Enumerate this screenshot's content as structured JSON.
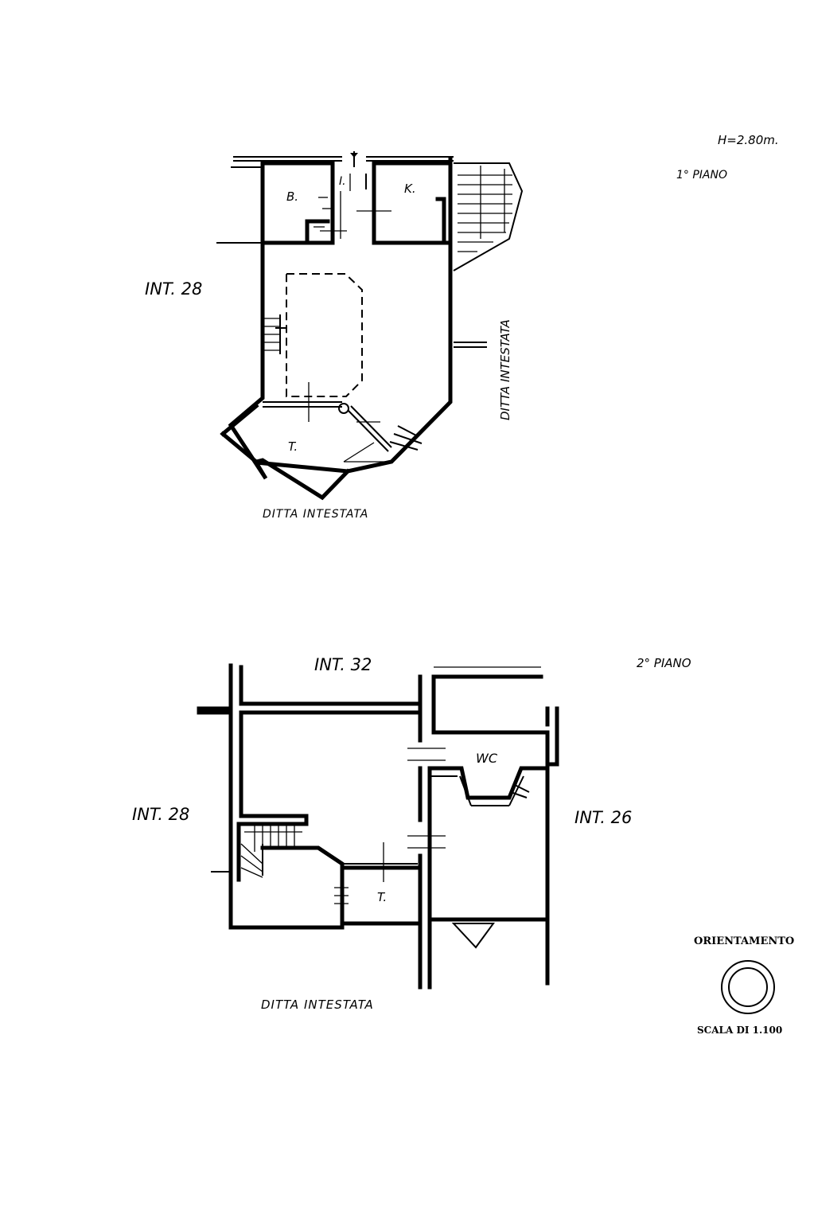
{
  "header": {
    "height": "H=2.80m.",
    "floor1": "1° PIANO",
    "floor2": "2° PIANO"
  },
  "floor1": {
    "rooms": {
      "bath": "B.",
      "ingress": "I.",
      "kitchen": "K.",
      "terrace": "T."
    },
    "neighbors": {
      "west": "INT. 28",
      "east": "DITTA INTESTATA",
      "south": "DITTA INTESTATA"
    }
  },
  "floor2": {
    "rooms": {
      "wc": "WC",
      "terrace": "T."
    },
    "neighbors": {
      "north": "INT. 32",
      "west": "INT. 28",
      "east": "INT. 26",
      "south": "DITTA INTESTATA"
    }
  },
  "legend": {
    "orientation": "ORIENTAMENTO",
    "scale": "SCALA DI 1.100"
  }
}
